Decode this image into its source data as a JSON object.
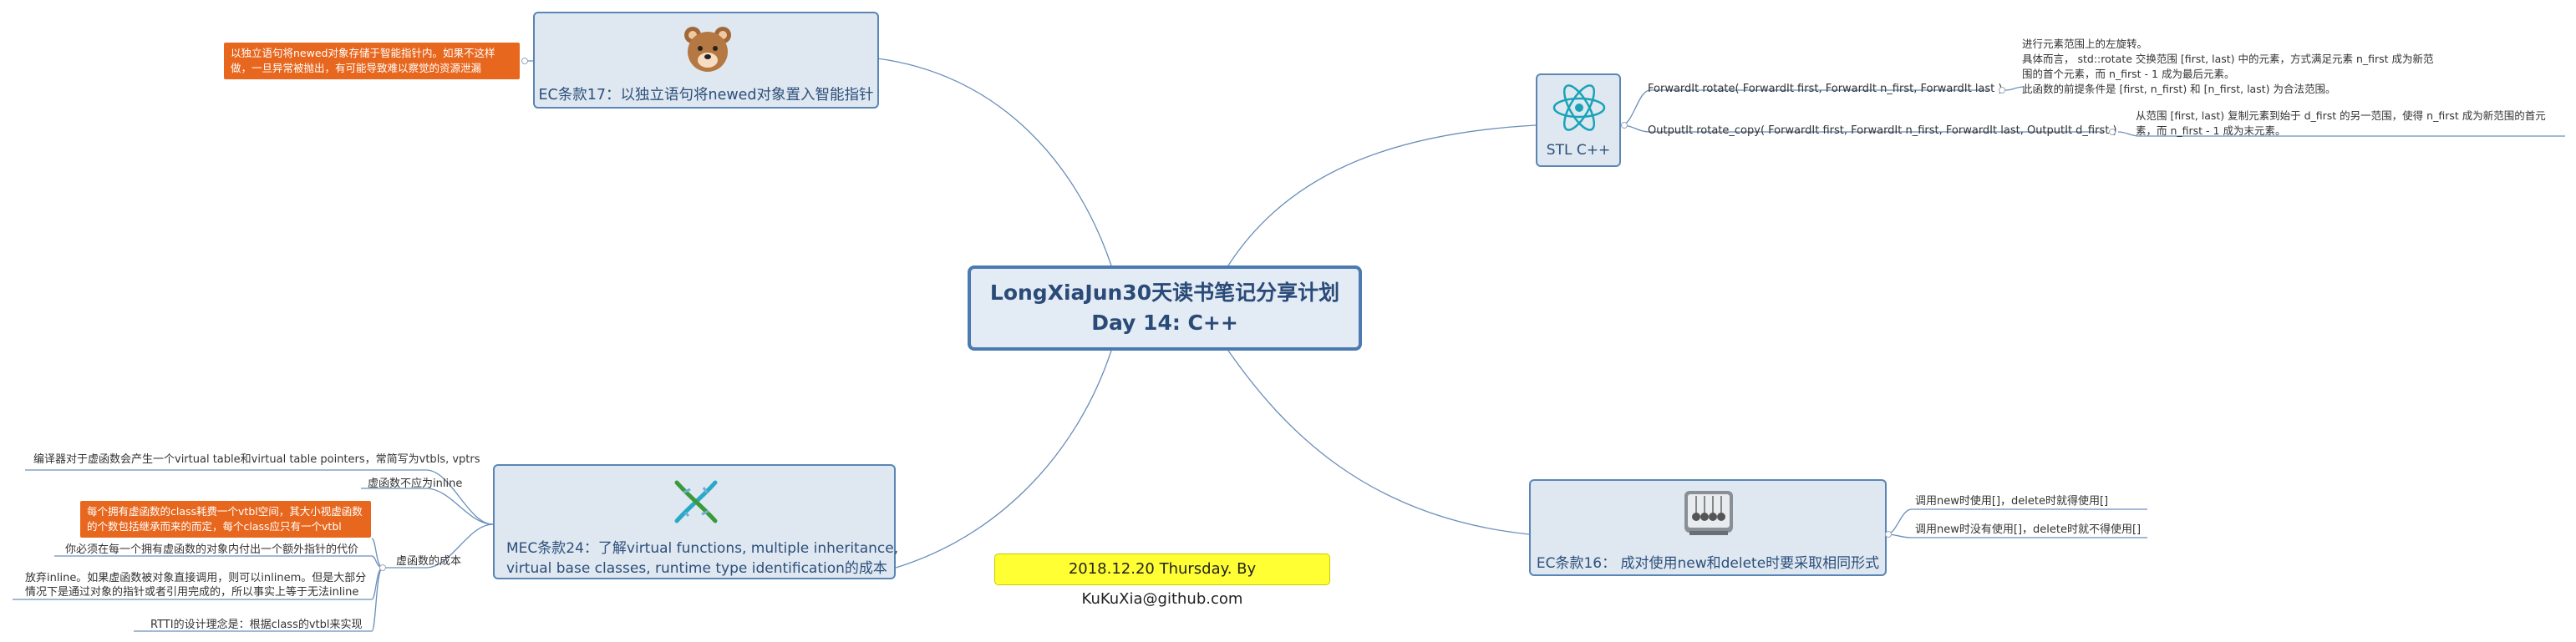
{
  "central": {
    "line1": "LongXiaJun30天读书笔记分享计划",
    "line2": "Day 14: C++"
  },
  "ec17": {
    "title": "EC条款17：以独立语句将newed对象置入智能指针",
    "icon": "bear-icon",
    "note": "以独立语句将newed对象存储于智能指针内。如果不这样做，一旦异常被抛出，有可能导致难以察觉的资源泄漏"
  },
  "stl": {
    "title": "STL C++",
    "icon": "atom-icon",
    "items": [
      {
        "label": "ForwardIt rotate( ForwardIt first, ForwardIt n_first, ForwardIt last )",
        "details": [
          "进行元素范围上的左旋转。",
          "具体而言， std::rotate 交换范围 [first, last) 中的元素，方式满足元素 n_first 成为新范",
          "围的首个元素，而 n_first - 1 成为最后元素。",
          "此函数的前提条件是 [first, n_first) 和 [n_first, last) 为合法范围。"
        ]
      },
      {
        "label": "OutputIt rotate_copy( ForwardIt first, ForwardIt n_first, ForwardIt last, OutputIt d_first )",
        "details": [
          "从范围 [first, last) 复制元素到始于 d_first 的另一范围，使得 n_first 成为新范围的首元",
          "素，而 n_first - 1 成为末元素。"
        ]
      }
    ]
  },
  "mec24": {
    "title_line1": "MEC条款24：了解virtual functions, multiple inheritance,",
    "title_line2": "virtual base classes, runtime type identification的成本",
    "icon": "dna-icon",
    "top_leaf": "编译器对于虚函数会产生一个virtual table和virtual table pointers，常简写为vtbls, vptrs",
    "inline_leaf": "虚函数不应为inline",
    "cost_label": "虚函数的成本",
    "cost_note": "每个拥有虚函数的class耗费一个vtbl空间，其大小视虚函数的个数包括继承而来的而定，每个class应只有一个vtbl",
    "cost_items": [
      "你必须在每一个拥有虚函数的对象内付出一个额外指针的代价",
      "放弃inline。如果虚函数被对象直接调用，则可以inlinem。但是大部分",
      "情况下是通过对象的指针或者引用完成的，所以事实上等于无法inline",
      "RTTI的设计理念是：根据class的vtbl来实现"
    ]
  },
  "ec16": {
    "title": "EC条款16： 成对使用new和delete时要采取相同形式",
    "icon": "newtons-cradle-icon",
    "items": [
      "调用new时使用[]，delete时就得使用[]",
      "调用new时没有使用[]，delete时就不得使用[]"
    ]
  },
  "date": "2018.12.20 Thursday. By KuKuXia@github.com",
  "colors": {
    "topic_fill": "#dfe8f1",
    "topic_border": "#5a86b5",
    "note_orange": "#e8671e",
    "date_yellow": "#ffff33"
  }
}
